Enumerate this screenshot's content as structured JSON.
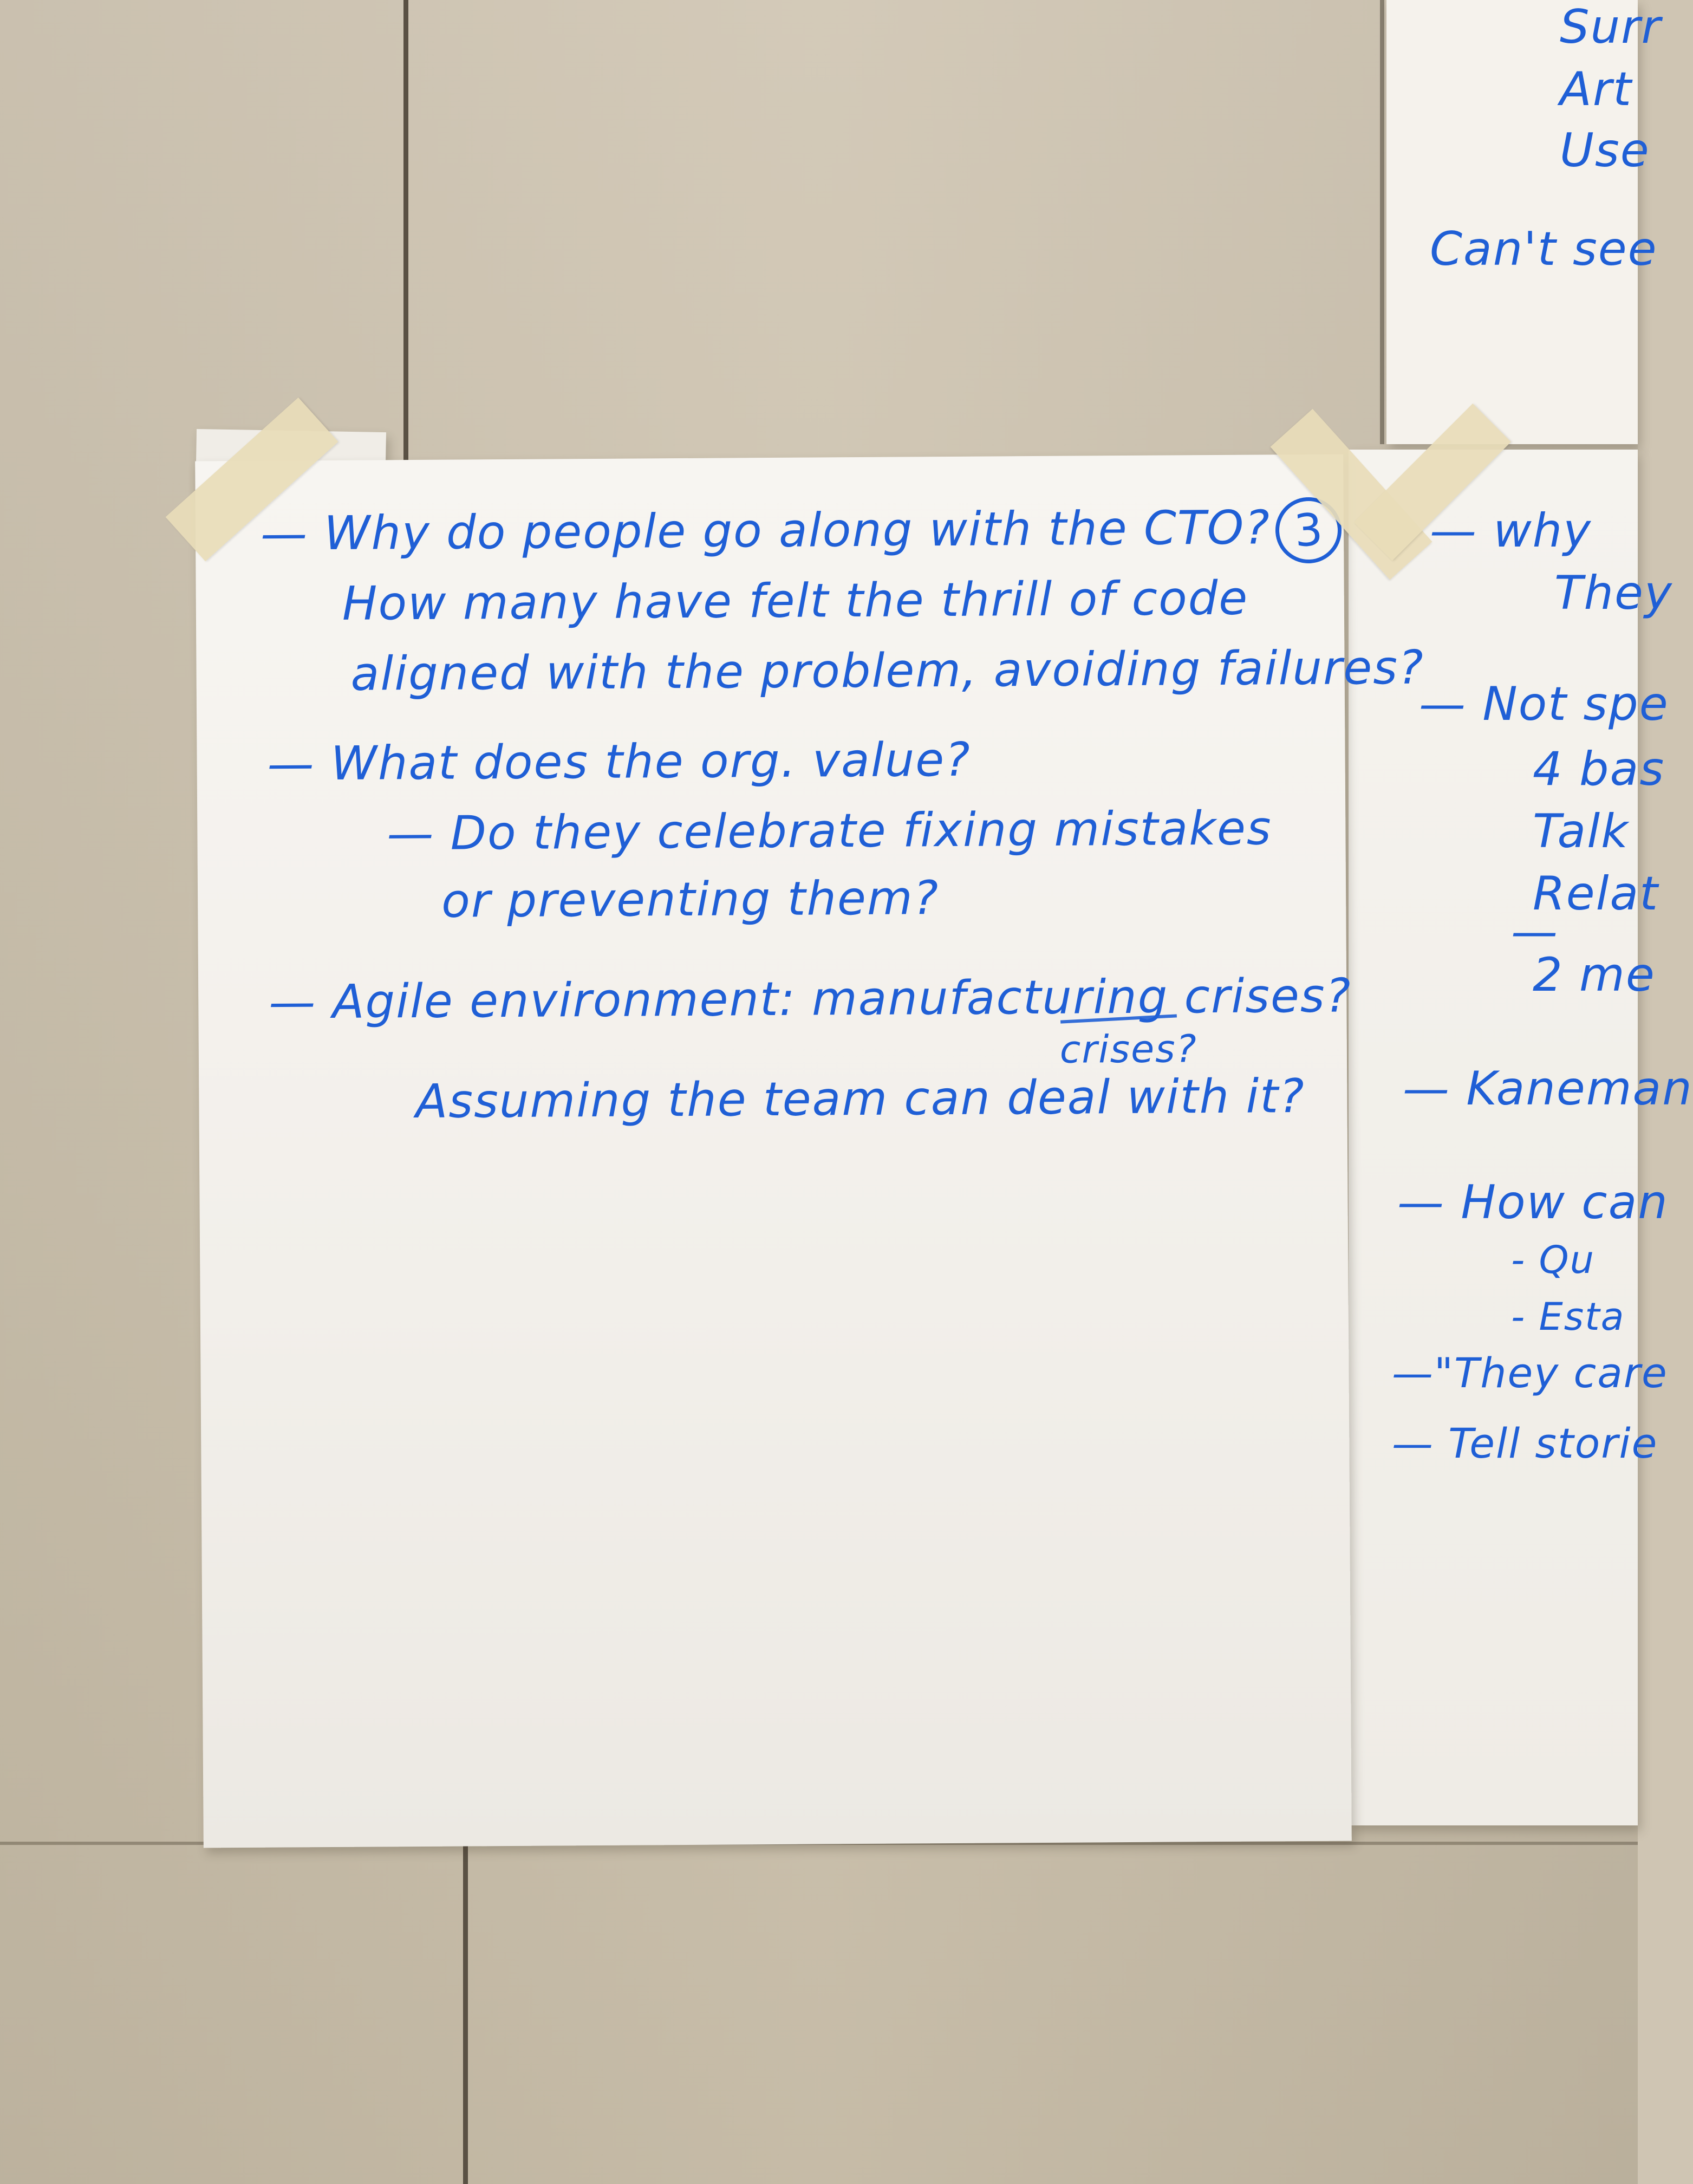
{
  "main_sheet": {
    "page_number": "3",
    "lines": [
      "— Why do people go along with the CTO?",
      "How many have felt the thrill of code",
      "aligned with the problem, avoiding failures?",
      "— What does the org. value?",
      "— Do they celebrate fixing mistakes",
      "or preventing them?",
      "— Agile environment: manufacturing crises?",
      "crises?",
      "Assuming the team can deal with it?"
    ]
  },
  "right_top_sheet": {
    "lines": [
      "Surr",
      "Art",
      "Use",
      "Can't see"
    ]
  },
  "right_main_sheet": {
    "lines": [
      "— why",
      "They",
      "— Not spe",
      "4 bas",
      "Talk",
      "Relat",
      "—",
      "2 me",
      "— Kaneman",
      "— How can",
      "- Qu",
      "- Esta",
      "—\"They care",
      "— Tell storie"
    ]
  },
  "colors": {
    "marker_ink": "#1f5fd6",
    "wall": "#cfc5b3",
    "paper": "#f6f3ee",
    "tape": "#e8dcb9"
  }
}
